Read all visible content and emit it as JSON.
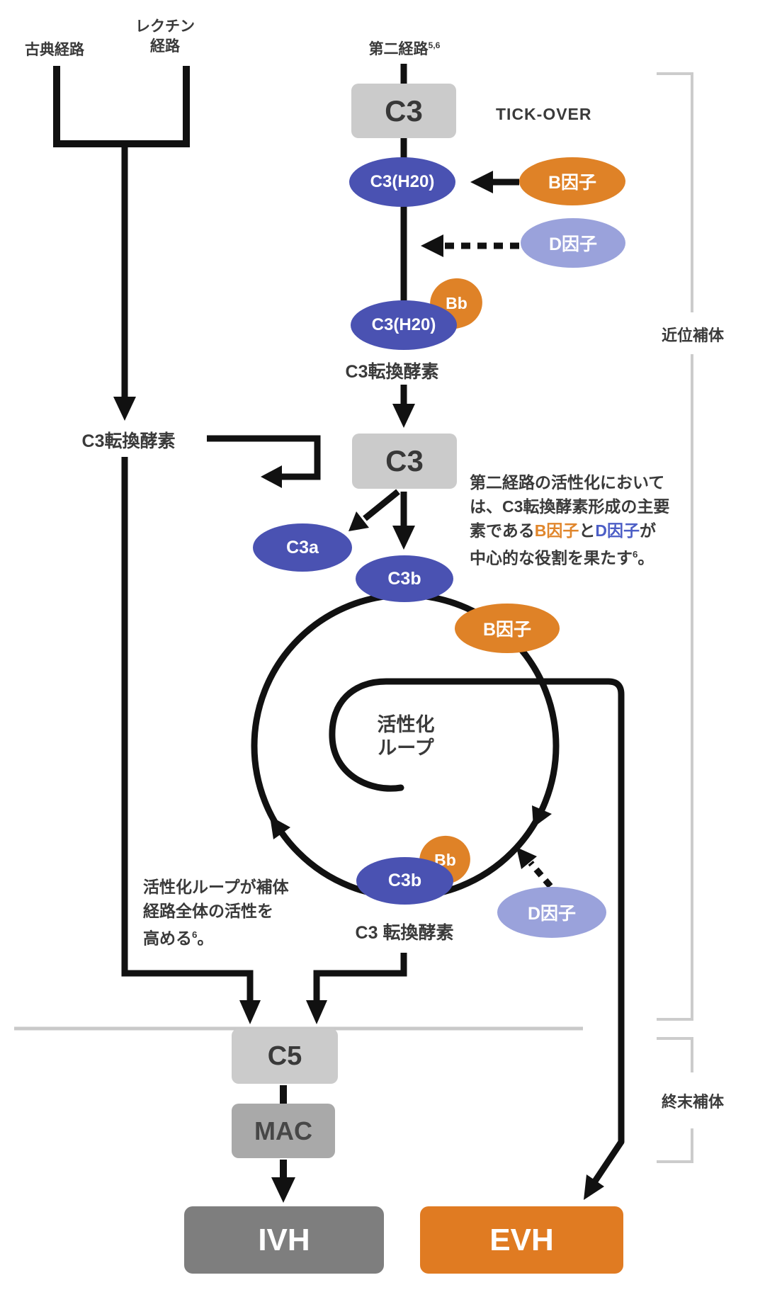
{
  "pathways": {
    "classical": "古典経路",
    "lectin": "レクチン\n経路",
    "alternative": "第二経路",
    "alternative_sup": "5,6"
  },
  "tick_over": "TICK-OVER",
  "nodes": {
    "c3": "C3",
    "c3h2o": "C3(H20)",
    "factor_b": "B因子",
    "factor_d": "D因子",
    "bb": "Bb",
    "c3a": "C3a",
    "c3b": "C3b",
    "c5": "C5",
    "mac": "MAC",
    "ivh": "IVH",
    "evh": "EVH"
  },
  "labels": {
    "c3_convertase_top": "C3転換酵素",
    "c3_convertase_left": "C3転換酵素",
    "c3_convertase_loop": "C3 転換酵素",
    "proximal_complement": "近位補体",
    "terminal_complement": "終末補体",
    "activation_loop": "活性化\nループ"
  },
  "notes": {
    "right": {
      "l1": "第二経路の活性化において",
      "l2": "は、C3転換酵素形成の主要",
      "l3_pre": "素である",
      "l3_b": "B因子",
      "l3_and": "と",
      "l3_d": "D因子",
      "l3_post": "が",
      "l4": "中心的な役割を果たす",
      "l4_sup": "6",
      "l4_end": "。"
    },
    "left": {
      "l1": "活性化ループが補体",
      "l2": "経路全体の活性を",
      "l3": "高める",
      "l3_sup": "6",
      "l3_end": "。"
    }
  },
  "colors": {
    "node_blue": "#4A52B2",
    "node_light_purple": "#9AA2DB",
    "node_orange": "#DF8227",
    "evh_orange": "#E07B22",
    "c3_box_gray": "#CBCBCB",
    "mac_gray": "#A9A9A9",
    "ivh_gray": "#7E7E7E",
    "line_black": "#111111",
    "bracket_gray": "#CCCCCC",
    "divider_gray": "#C9C9C9",
    "text_dark": "#3A3A3A",
    "inline_factor_b": "#E0862C",
    "inline_factor_d": "#4C5EC6"
  }
}
